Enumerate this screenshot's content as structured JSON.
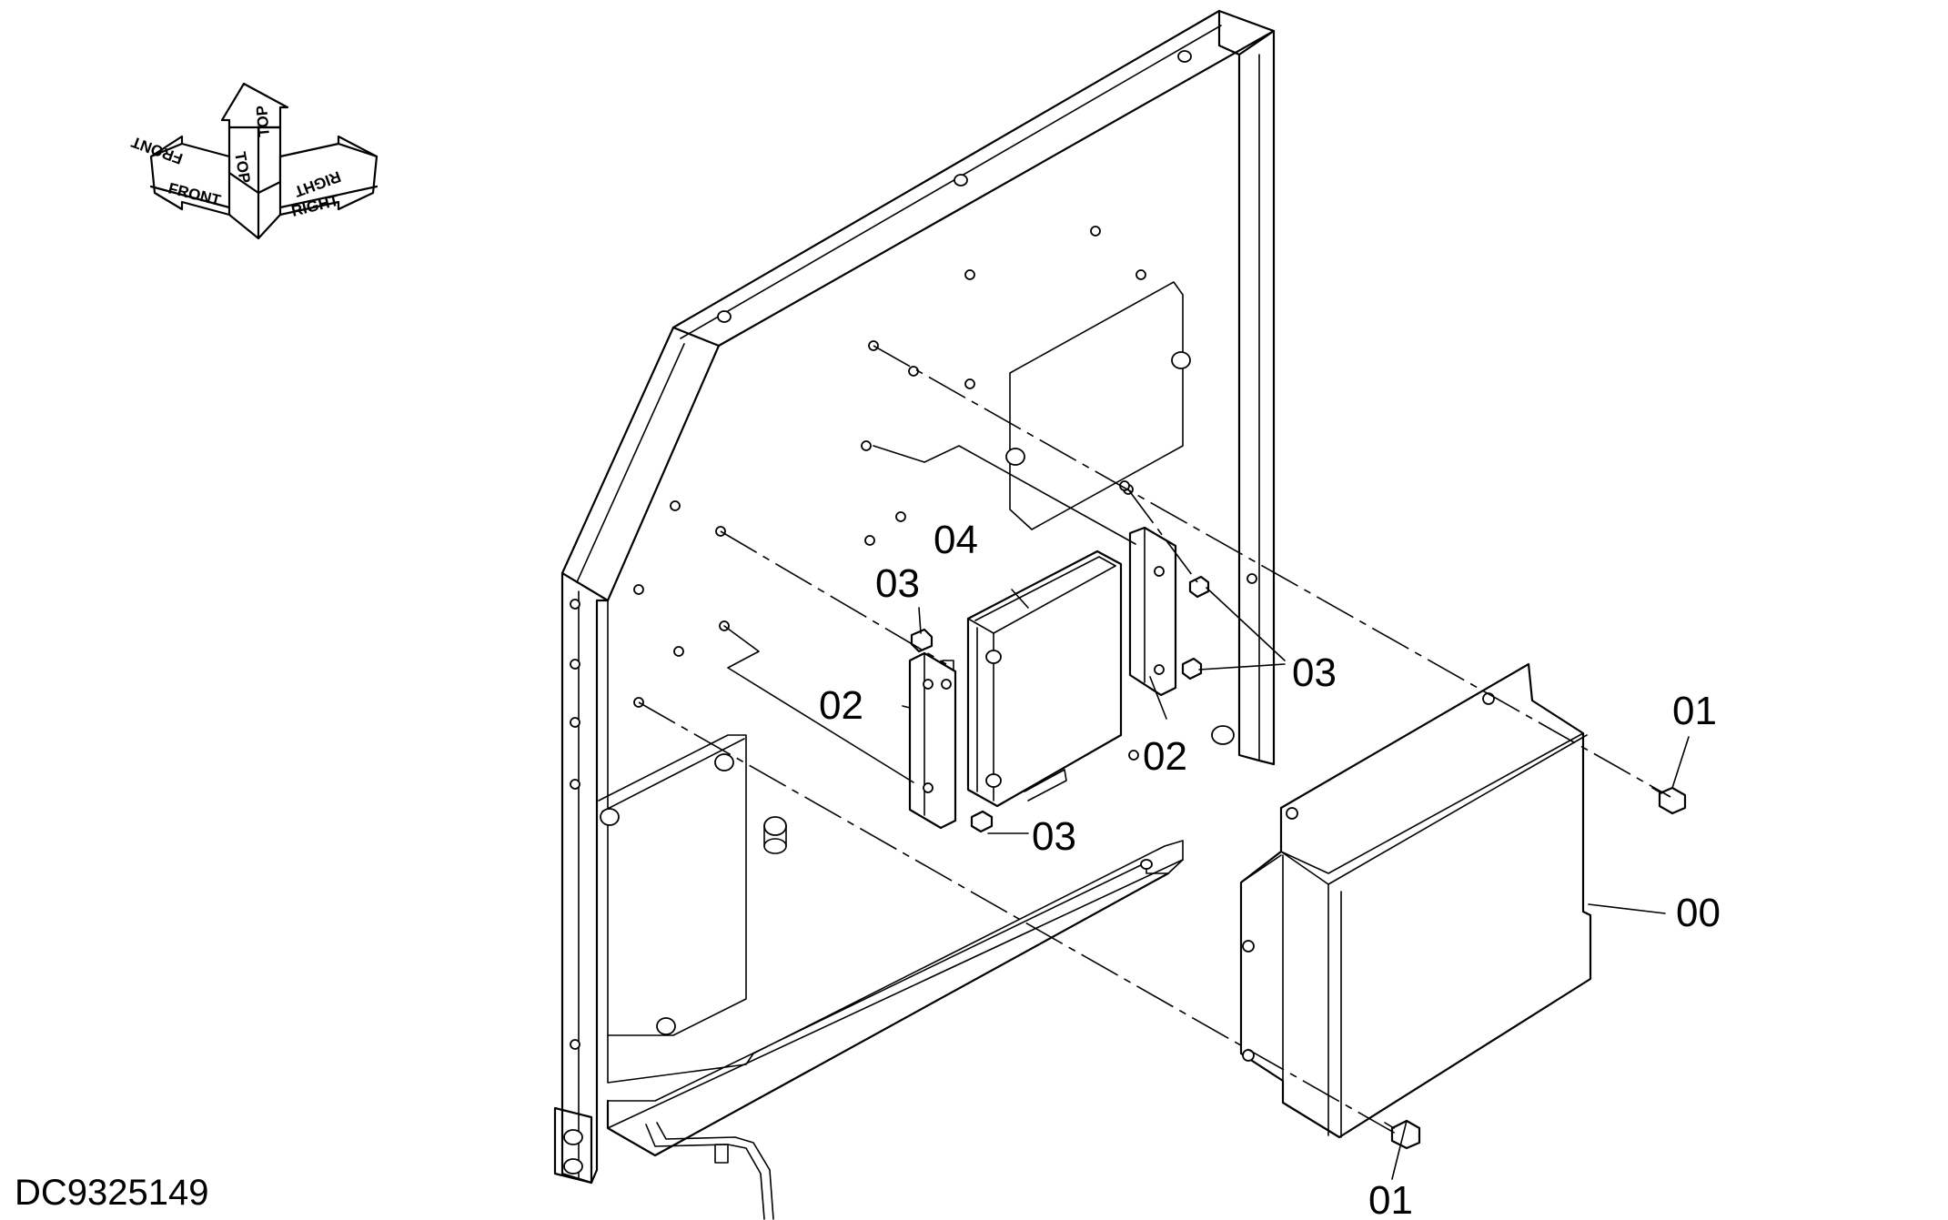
{
  "drawing_id": "DC9325149",
  "orientation": {
    "top": "TOP",
    "front": "FRONT",
    "right": "RIGHT",
    "top_mirror": "TOP",
    "front_mirror": "FRONT",
    "right_mirror": "RIGHT"
  },
  "callouts": {
    "c00": "00",
    "c01a": "01",
    "c01b": "01",
    "c02a": "02",
    "c02b": "02",
    "c03a": "03",
    "c03b": "03",
    "c03c": "03",
    "c04": "04"
  },
  "colors": {
    "line": "#000000",
    "background": "#ffffff"
  }
}
